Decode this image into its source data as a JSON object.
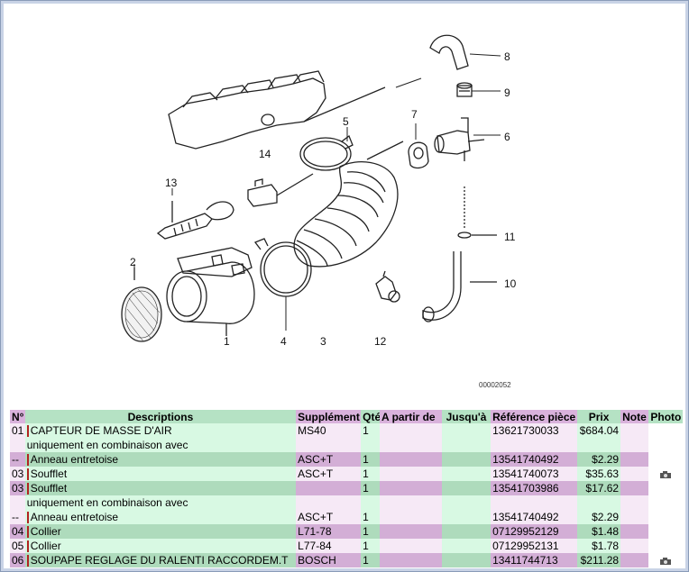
{
  "diagram": {
    "callouts": [
      "1",
      "2",
      "3",
      "4",
      "5",
      "6",
      "7",
      "8",
      "9",
      "10",
      "11",
      "12",
      "13",
      "14"
    ],
    "code": "00002052"
  },
  "table": {
    "headers": {
      "no": "N°",
      "desc": "Descriptions",
      "sup": "Supplément",
      "qty": "Qté",
      "from": "A partir de",
      "to": "Jusqu'à",
      "ref": "Référence pièce",
      "price": "Prix",
      "note": "Note",
      "photo": "Photo"
    },
    "rows": [
      {
        "no": "01",
        "desc": "CAPTEUR DE MASSE D'AIR",
        "sup": "MS40",
        "qty": "1",
        "from": "",
        "to": "",
        "ref": "13621730033",
        "price": "$684.04",
        "note": "",
        "photo": ""
      },
      {
        "no": "",
        "desc": "uniquement en combinaison avec",
        "sup": "",
        "qty": "",
        "from": "",
        "to": "",
        "ref": "",
        "price": "",
        "note": "",
        "photo": ""
      },
      {
        "no": "--",
        "desc": "Anneau entretoise",
        "sup": "ASC+T",
        "qty": "1",
        "from": "",
        "to": "",
        "ref": "13541740492",
        "price": "$2.29",
        "note": "",
        "photo": ""
      },
      {
        "no": "03",
        "desc": "Soufflet",
        "sup": "ASC+T",
        "qty": "1",
        "from": "",
        "to": "",
        "ref": "13541740073",
        "price": "$35.63",
        "note": "",
        "photo": "camera-icon"
      },
      {
        "no": "03",
        "desc": "Soufflet",
        "sup": "",
        "qty": "1",
        "from": "",
        "to": "",
        "ref": "13541703986",
        "price": "$17.62",
        "note": "",
        "photo": ""
      },
      {
        "no": "",
        "desc": "uniquement en combinaison avec",
        "sup": "",
        "qty": "",
        "from": "",
        "to": "",
        "ref": "",
        "price": "",
        "note": "",
        "photo": ""
      },
      {
        "no": "--",
        "desc": "Anneau entretoise",
        "sup": "ASC+T",
        "qty": "1",
        "from": "",
        "to": "",
        "ref": "13541740492",
        "price": "$2.29",
        "note": "",
        "photo": ""
      },
      {
        "no": "04",
        "desc": "Collier",
        "sup": "L71-78",
        "qty": "1",
        "from": "",
        "to": "",
        "ref": "07129952129",
        "price": "$1.48",
        "note": "",
        "photo": ""
      },
      {
        "no": "05",
        "desc": "Collier",
        "sup": "L77-84",
        "qty": "1",
        "from": "",
        "to": "",
        "ref": "07129952131",
        "price": "$1.78",
        "note": "",
        "photo": ""
      },
      {
        "no": "06",
        "desc": "SOUPAPE REGLAGE DU RALENTI RACCORDEM.T",
        "sup": "BOSCH",
        "qty": "1",
        "from": "",
        "to": "",
        "ref": "13411744713",
        "price": "$211.28",
        "note": "",
        "photo": "camera-icon"
      }
    ]
  },
  "colors": {
    "header_green": "#b5e2c4",
    "header_purple": "#d9b2dc",
    "row_light_green": "#d8f9e3",
    "row_dark_green": "#aedbbc",
    "row_light_purple": "#f6e9f6",
    "row_dark_purple": "#d3aed6",
    "frame_border": "#8a9bb8"
  }
}
